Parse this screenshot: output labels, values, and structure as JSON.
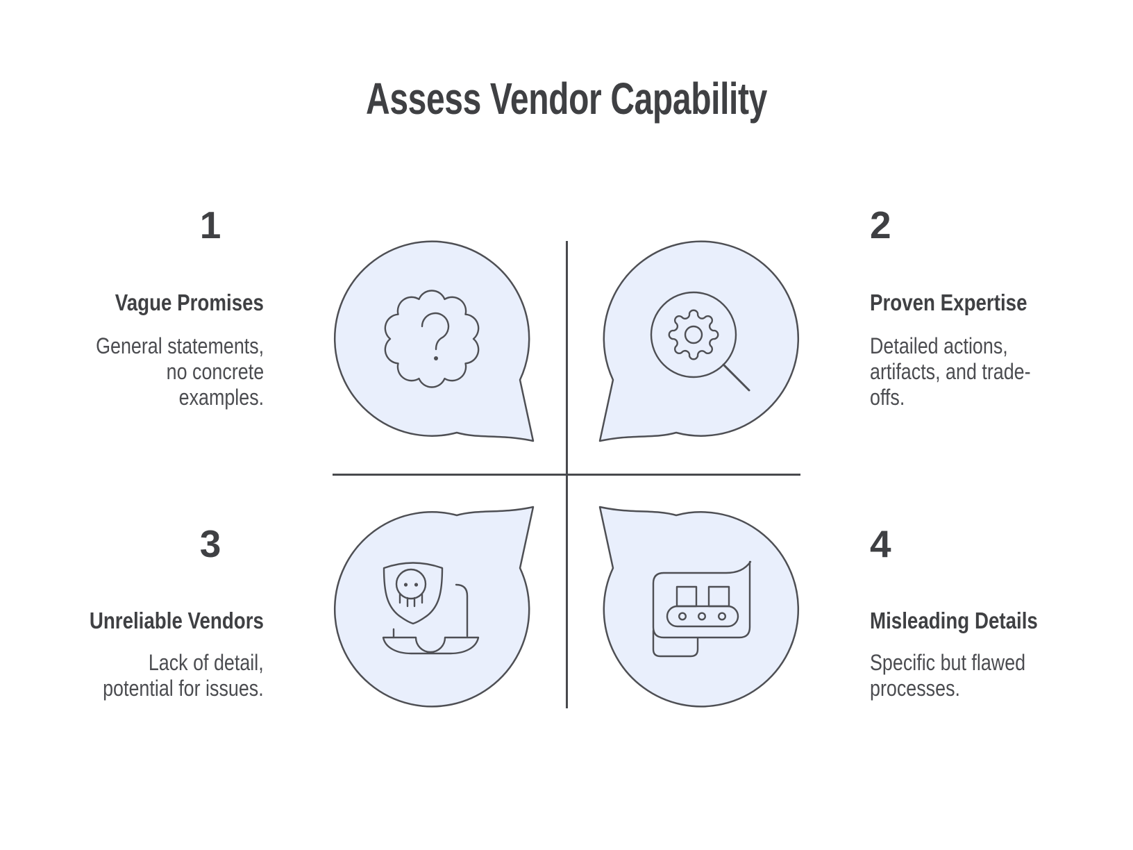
{
  "title": "Assess Vendor Capability",
  "quadrants": [
    {
      "number": "1",
      "heading": "Vague Promises",
      "description": "General statements,\nno concrete\nexamples.",
      "icon": "question-cloud-bubble"
    },
    {
      "number": "2",
      "heading": "Proven Expertise",
      "description": "Detailed actions,\nartifacts, and trade-\noffs.",
      "icon": "gear-magnifier-bubble"
    },
    {
      "number": "3",
      "heading": "Unreliable Vendors",
      "description": "Lack of detail,\npotential for issues.",
      "icon": "skull-shield-laptop-bubble"
    },
    {
      "number": "4",
      "heading": "Misleading Details",
      "description": "Specific but flawed\nprocesses.",
      "icon": "conveyor-scroll-bubble"
    }
  ],
  "colors": {
    "bubble_fill": "#e9effc",
    "outline": "#4e4f54",
    "heading_text": "#3f4043",
    "body_text": "#4b4c50",
    "line_color": "#48494d"
  }
}
